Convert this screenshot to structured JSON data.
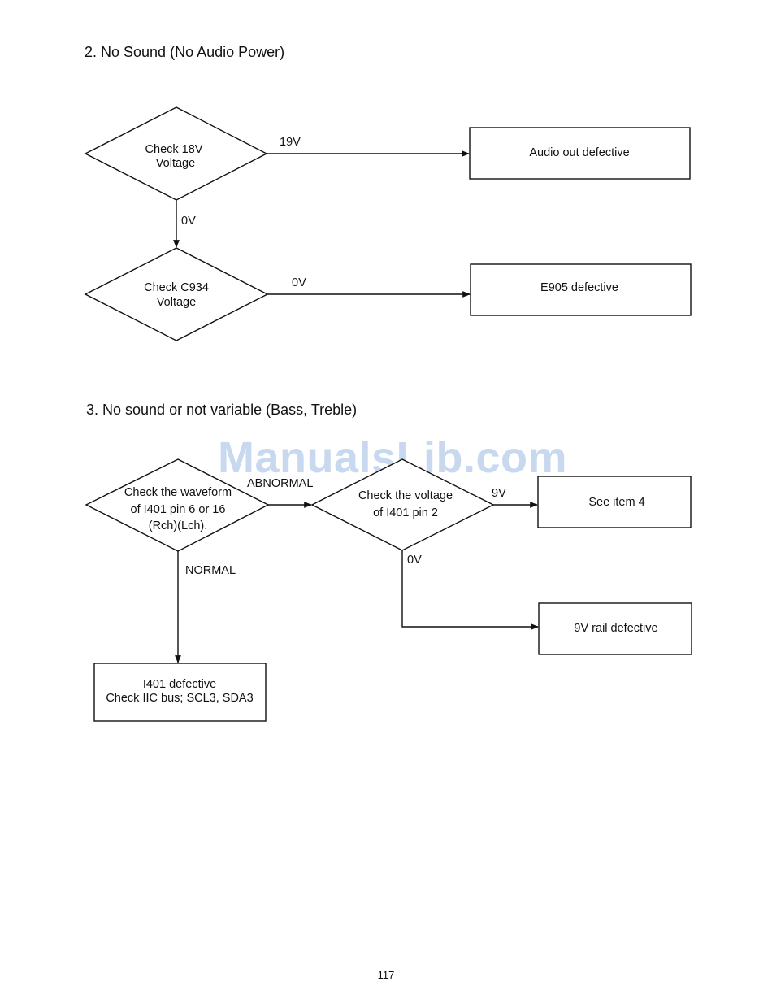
{
  "section2": {
    "heading": "2.  No Sound (No Audio Power)",
    "decision1": {
      "line1": "Check 18V",
      "line2": "Voltage"
    },
    "decision2": {
      "line1": "Check C934",
      "line2": "Voltage"
    },
    "result1": "Audio out defective",
    "result2": "E905 defective",
    "edge_19v": "19V",
    "edge_0v_down": "0V",
    "edge_0v_right": "0V"
  },
  "section3": {
    "heading": "3.  No sound or not variable (Bass, Treble)",
    "decision1": {
      "line1": "Check the waveform",
      "line2": "of I401 pin 6 or 16",
      "line3": "(Rch)(Lch)."
    },
    "decision2": {
      "line1": "Check the voltage",
      "line2": "of I401 pin 2"
    },
    "result_see_item": "See item 4",
    "result_rail": "9V rail defective",
    "result_i401": {
      "line1": "I401 defective",
      "line2": "Check IIC bus; SCL3, SDA3"
    },
    "edge_abnormal": "ABNORMAL",
    "edge_normal": "NORMAL",
    "edge_9v": "9V",
    "edge_0v": "0V"
  },
  "watermark": "ManualsLib.com",
  "page_number": "117"
}
